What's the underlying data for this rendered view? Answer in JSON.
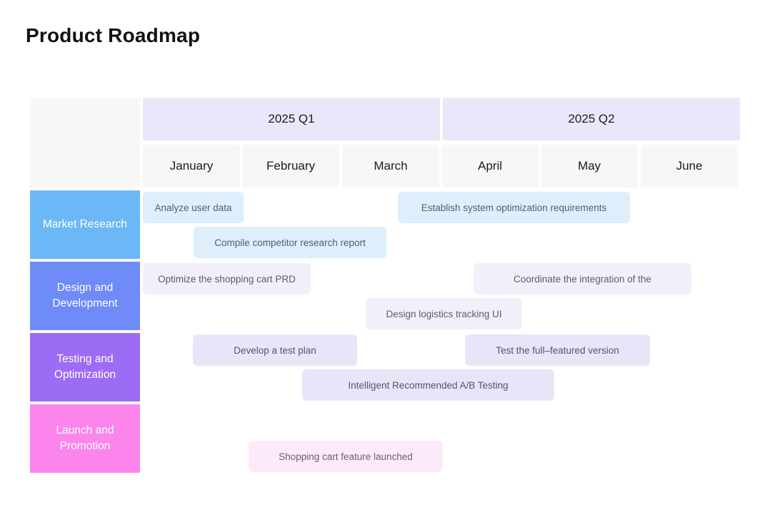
{
  "title": "Product Roadmap",
  "chart_data": {
    "type": "bar",
    "variant": "gantt",
    "title": "Product Roadmap",
    "x_range_months": [
      0,
      6
    ],
    "quarters": [
      {
        "label": "2025 Q1",
        "months": [
          "January",
          "February",
          "March"
        ]
      },
      {
        "label": "2025 Q2",
        "months": [
          "April",
          "May",
          "June"
        ]
      }
    ],
    "header_quarter_bg": "#ebe7fa",
    "header_month_bg": "#f7f7f8",
    "rows": [
      {
        "label": "Market Research",
        "color": "#6cb8f7",
        "bar_color": "#deeefb",
        "bar_text_color": "#50606e",
        "tasks": [
          {
            "label": "Analyze user data",
            "start": 0.0,
            "end": 1.01,
            "lane": 0
          },
          {
            "label": "Establish system optimization requirements",
            "start": 2.56,
            "end": 4.89,
            "lane": 0
          },
          {
            "label": "Compile competitor research report",
            "start": 0.51,
            "end": 2.45,
            "lane": 1
          }
        ]
      },
      {
        "label": "Design and Development",
        "color": "#6e8bf8",
        "bar_color": "#f1f0fa",
        "bar_text_color": "#5d5d68",
        "tasks": [
          {
            "label": "Optimize the shopping cart PRD",
            "start": 0.0,
            "end": 1.69,
            "lane": 0
          },
          {
            "label": "Coordinate the integration of the",
            "start": 3.32,
            "end": 5.51,
            "lane": 0
          },
          {
            "label": "Design logistics tracking UI",
            "start": 2.24,
            "end": 3.81,
            "lane": 1
          }
        ]
      },
      {
        "label": "Testing and Optimization",
        "color": "#9d6cf4",
        "bar_color": "#e9e5f9",
        "bar_text_color": "#575365",
        "tasks": [
          {
            "label": "Develop a test plan",
            "start": 0.5,
            "end": 2.15,
            "lane": 0
          },
          {
            "label": "Test the full–featured version",
            "start": 3.24,
            "end": 5.1,
            "lane": 0
          },
          {
            "label": "Intelligent Recommended A/B Testing",
            "start": 1.6,
            "end": 4.13,
            "lane": 1
          }
        ]
      },
      {
        "label": "Launch and Promotion",
        "color": "#fb85ec",
        "bar_color": "#fceafb",
        "bar_text_color": "#6f5d70",
        "tasks": [
          {
            "label": "Shopping cart feature launched",
            "start": 1.06,
            "end": 3.01,
            "lane": 1
          }
        ]
      }
    ]
  }
}
